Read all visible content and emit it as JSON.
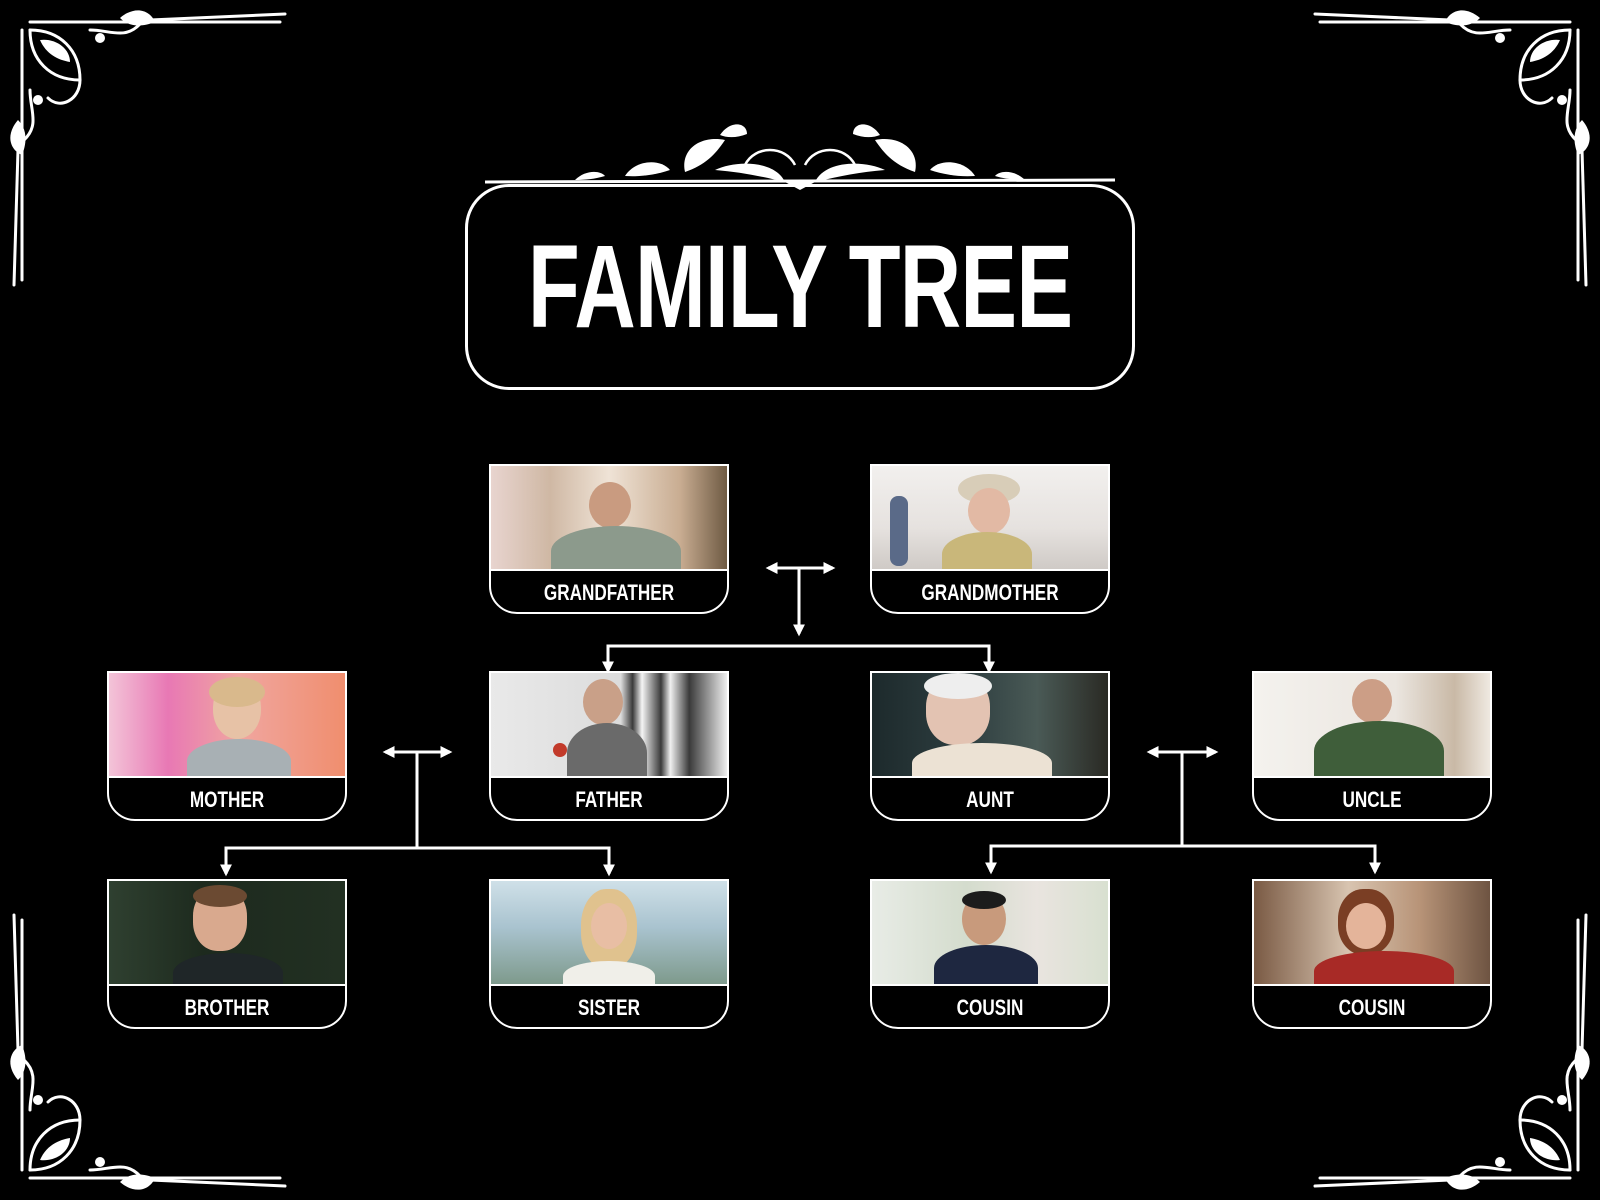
{
  "title": "FAMILY TREE",
  "members": {
    "grandfather": {
      "label": "GRANDFATHER"
    },
    "grandmother": {
      "label": "GRANDMOTHER"
    },
    "mother": {
      "label": "MOTHER"
    },
    "father": {
      "label": "FATHER"
    },
    "aunt": {
      "label": "AUNT"
    },
    "uncle": {
      "label": "UNCLE"
    },
    "brother": {
      "label": "BROTHER"
    },
    "sister": {
      "label": "SISTER"
    },
    "cousin1": {
      "label": "COUSIN"
    },
    "cousin2": {
      "label": "COUSIN"
    }
  },
  "colors": {
    "background": "#000000",
    "foreground": "#ffffff"
  }
}
